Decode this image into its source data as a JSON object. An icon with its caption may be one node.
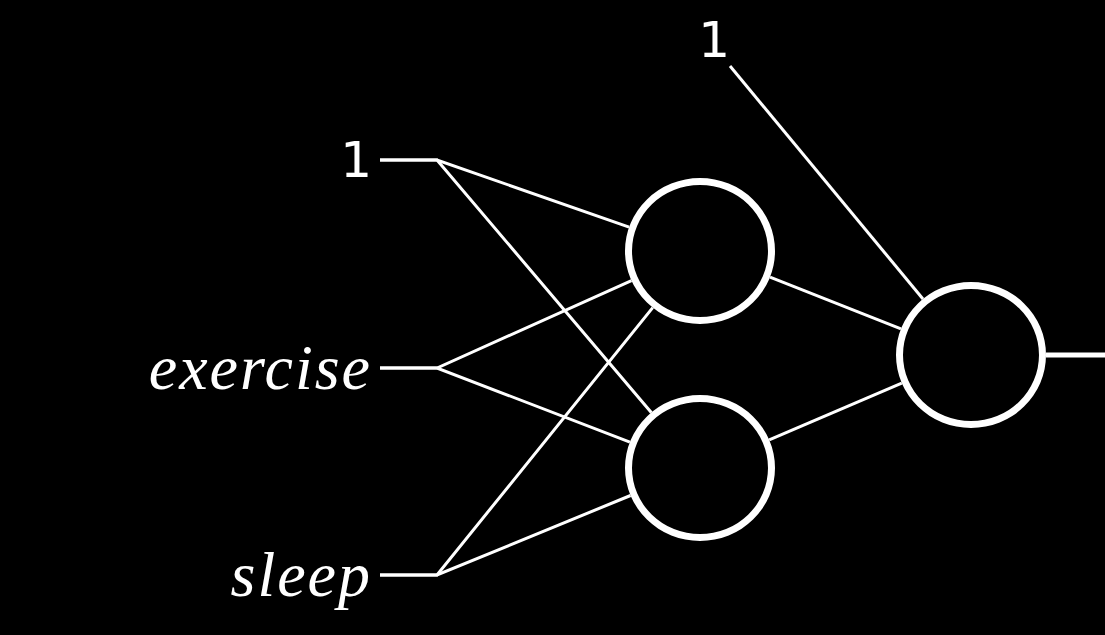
{
  "diagram": {
    "nodes": [
      {
        "text": [
          "1"
        ]
      },
      {
        "text": [
          "exercise"
        ]
      },
      {
        "text": [
          "sleep"
        ]
      },
      {
        "text": [],
        "shape": "circle"
      },
      {
        "text": [],
        "shape": "circle"
      },
      {
        "text": [],
        "shape": "circle"
      },
      {
        "text": [
          "1"
        ]
      }
    ],
    "edges": [
      {
        "from": 0,
        "to": 3,
        "arrow": "none"
      },
      {
        "from": 0,
        "to": 4,
        "arrow": "none"
      },
      {
        "from": 1,
        "to": 3,
        "arrow": "none"
      },
      {
        "from": 1,
        "to": 4,
        "arrow": "none"
      },
      {
        "from": 2,
        "to": 3,
        "arrow": "none"
      },
      {
        "from": 2,
        "to": 4,
        "arrow": "none"
      },
      {
        "from": 3,
        "to": 5,
        "arrow": "none"
      },
      {
        "from": 4,
        "to": 5,
        "arrow": "none"
      },
      {
        "from": 6,
        "to": 5,
        "arrow": "none"
      },
      {
        "from": 5,
        "to": null,
        "arrow": "none"
      }
    ]
  }
}
